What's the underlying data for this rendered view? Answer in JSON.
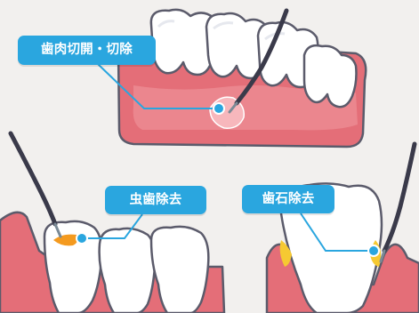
{
  "labels": {
    "gum": "歯肉切開・切除",
    "caries": "虫歯除去",
    "calculus": "歯石除去"
  },
  "colors": {
    "background": "#f2f0ee",
    "label_blue": "#2aa6df",
    "gum_pink": "#e46e78",
    "gum_light": "#f09aa0",
    "tooth_white": "#ffffff",
    "outline": "#5b5b6b",
    "instrument": "#3a3a4a",
    "caries_orange": "#f49a1f",
    "calculus_yellow": "#f6c932"
  },
  "icons": [
    "dental-instrument-icon",
    "tooth-icon",
    "gum-icon"
  ]
}
